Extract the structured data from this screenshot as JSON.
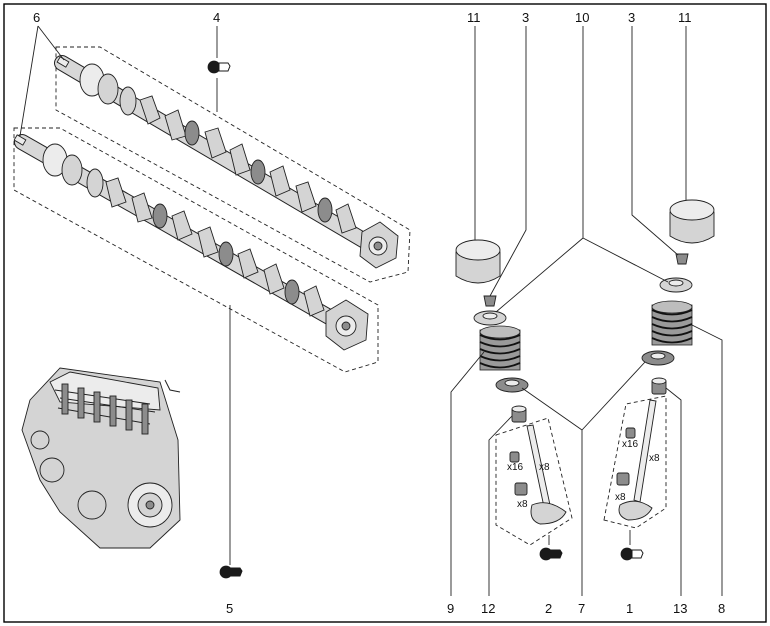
{
  "callouts": [
    {
      "id": "6",
      "text": "6"
    },
    {
      "id": "4",
      "text": "4"
    },
    {
      "id": "11a",
      "text": "11"
    },
    {
      "id": "3a",
      "text": "3"
    },
    {
      "id": "10",
      "text": "10"
    },
    {
      "id": "3b",
      "text": "3"
    },
    {
      "id": "11b",
      "text": "11"
    },
    {
      "id": "5",
      "text": "5"
    },
    {
      "id": "9",
      "text": "9"
    },
    {
      "id": "12",
      "text": "12"
    },
    {
      "id": "2",
      "text": "2"
    },
    {
      "id": "7",
      "text": "7"
    },
    {
      "id": "1",
      "text": "1"
    },
    {
      "id": "13",
      "text": "13"
    },
    {
      "id": "8",
      "text": "8"
    }
  ],
  "quantities": {
    "left_cotter": "x16",
    "left_seal": "x8",
    "left_valve": "x8",
    "right_cotter": "x16",
    "right_seal": "x8",
    "right_valve": "x8"
  },
  "icons": [
    "lubricate-icon",
    "lubricate-icon",
    "lubricate-icon",
    "lubricate-icon"
  ]
}
